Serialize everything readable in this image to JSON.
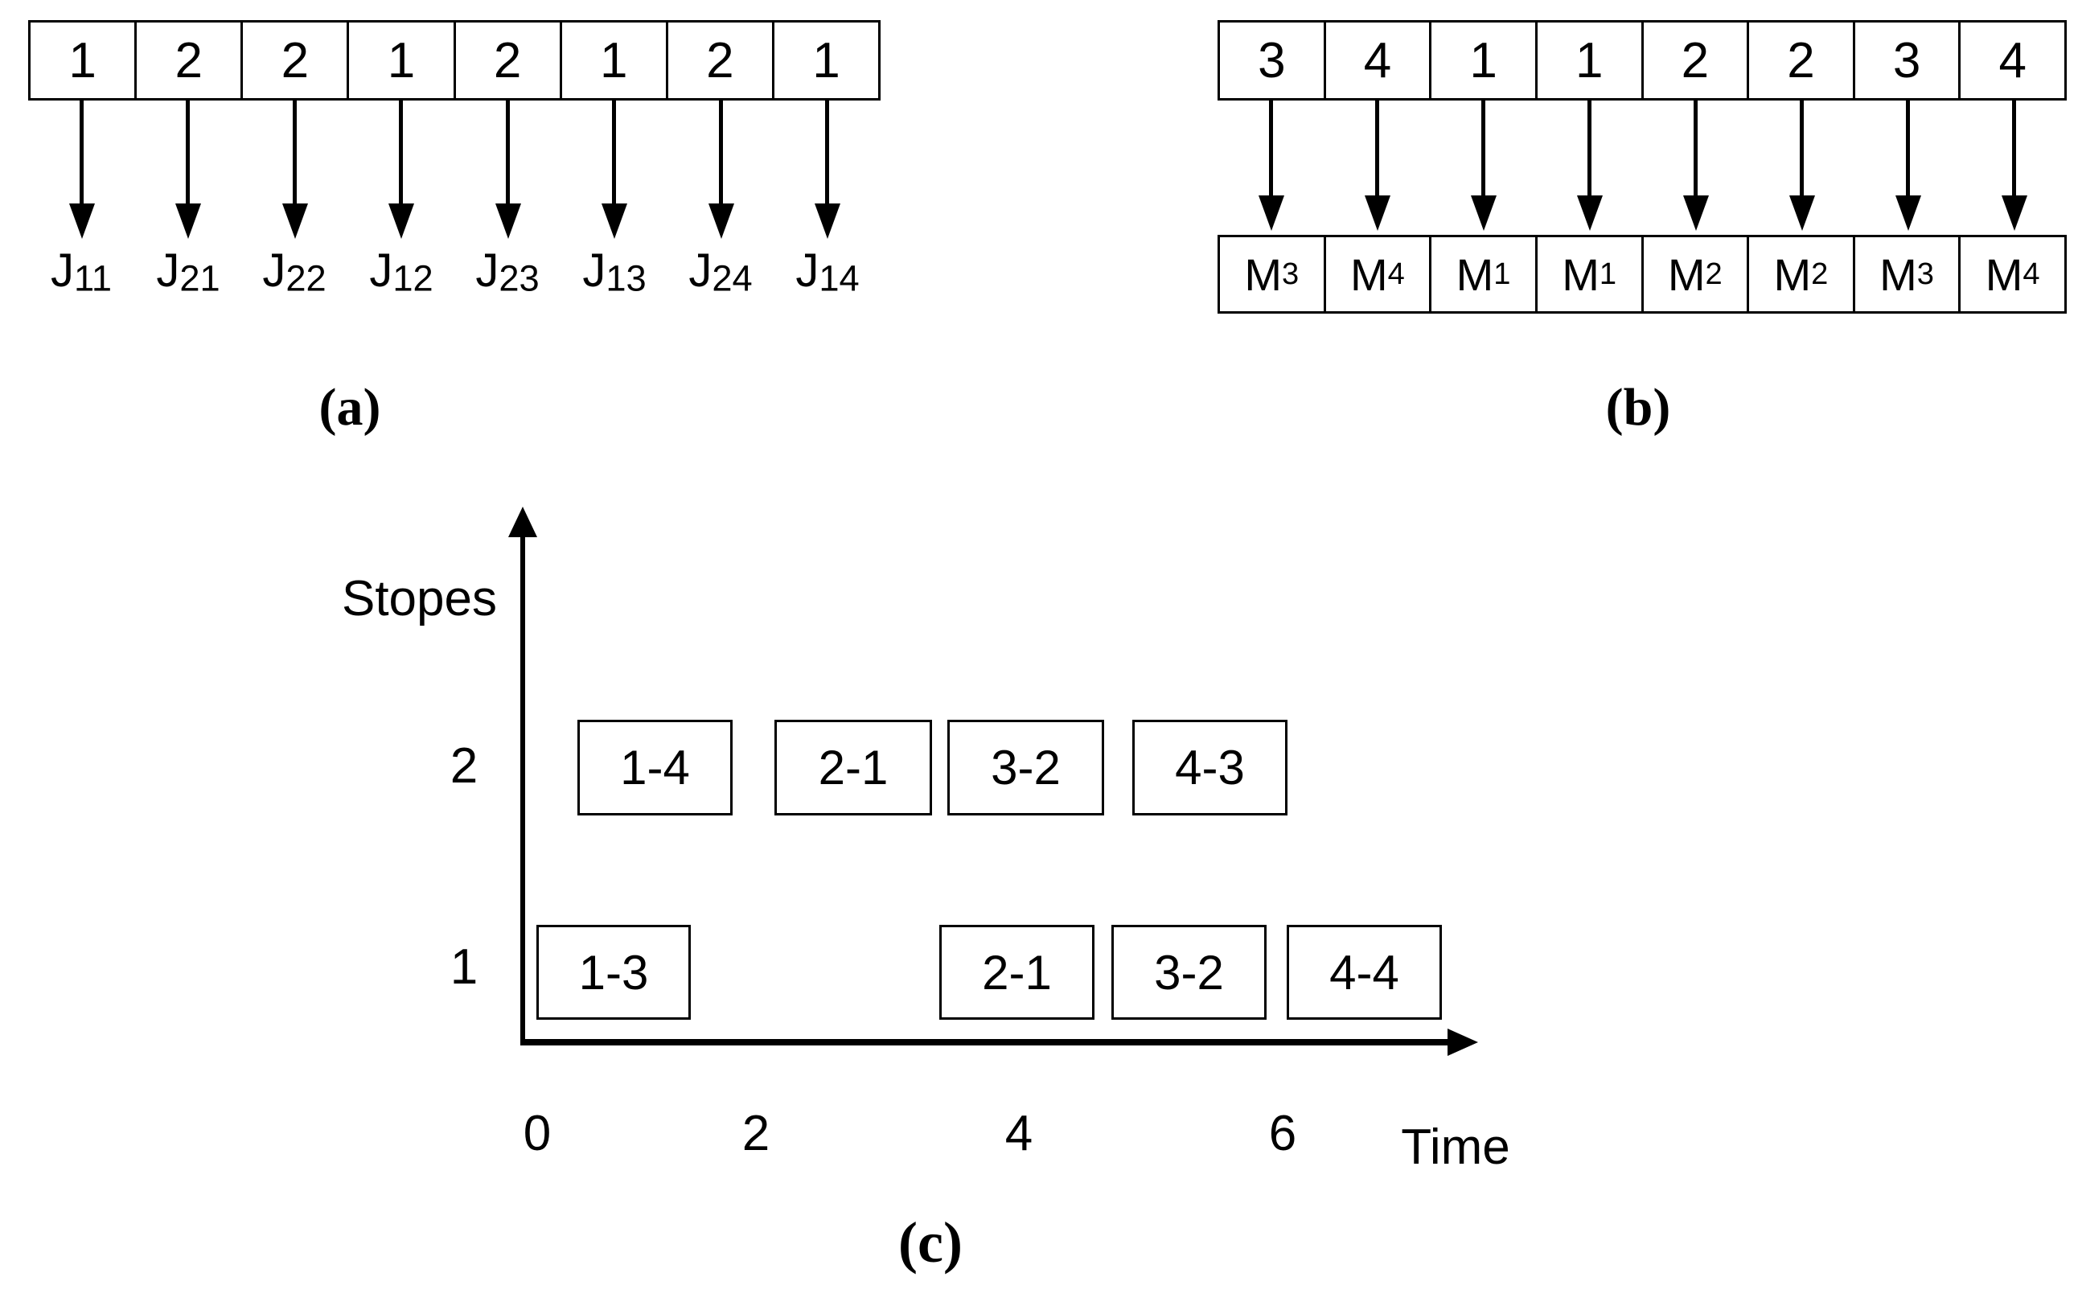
{
  "colors": {
    "background": "#ffffff",
    "ink": "#000000"
  },
  "panel_a": {
    "caption": "(a)",
    "sequence": [
      "1",
      "2",
      "2",
      "1",
      "2",
      "1",
      "2",
      "1"
    ],
    "labels": [
      {
        "base": "J",
        "sub": "11"
      },
      {
        "base": "J",
        "sub": "21"
      },
      {
        "base": "J",
        "sub": "22"
      },
      {
        "base": "J",
        "sub": "12"
      },
      {
        "base": "J",
        "sub": "23"
      },
      {
        "base": "J",
        "sub": "13"
      },
      {
        "base": "J",
        "sub": "24"
      },
      {
        "base": "J",
        "sub": "14"
      }
    ]
  },
  "panel_b": {
    "caption": "(b)",
    "sequence": [
      "3",
      "4",
      "1",
      "1",
      "2",
      "2",
      "3",
      "4"
    ],
    "machines": [
      {
        "base": "M",
        "sub": "3"
      },
      {
        "base": "M",
        "sub": "4"
      },
      {
        "base": "M",
        "sub": "1"
      },
      {
        "base": "M",
        "sub": "1"
      },
      {
        "base": "M",
        "sub": "2"
      },
      {
        "base": "M",
        "sub": "2"
      },
      {
        "base": "M",
        "sub": "3"
      },
      {
        "base": "M",
        "sub": "4"
      }
    ]
  },
  "panel_c": {
    "caption": "(c)",
    "y_axis_label": "Stopes",
    "x_axis_label": "Time",
    "y_ticks": [
      "2",
      "1"
    ],
    "x_ticks": [
      "0",
      "2",
      "4",
      "6"
    ],
    "rows": [
      {
        "stope": "2",
        "blocks": [
          "1-4",
          "2-1",
          "3-2",
          "4-3"
        ]
      },
      {
        "stope": "1",
        "blocks": [
          "1-3",
          "2-1",
          "3-2",
          "4-4"
        ]
      }
    ]
  },
  "chart_data": {
    "type": "bar",
    "variant": "gantt",
    "title": "",
    "xlabel": "Time",
    "ylabel": "Stopes",
    "x_ticks": [
      0,
      2,
      4,
      6
    ],
    "y_categories": [
      "1",
      "2"
    ],
    "rows": [
      {
        "stope": 2,
        "blocks": [
          {
            "label": "1-4",
            "start": 0.4,
            "end": 1.8
          },
          {
            "label": "2-1",
            "start": 2.1,
            "end": 3.3
          },
          {
            "label": "3-2",
            "start": 3.5,
            "end": 4.6
          },
          {
            "label": "4-3",
            "start": 4.9,
            "end": 6.0
          }
        ]
      },
      {
        "stope": 1,
        "blocks": [
          {
            "label": "1-3",
            "start": 0.0,
            "end": 1.4
          },
          {
            "label": "2-1",
            "start": 3.4,
            "end": 4.6
          },
          {
            "label": "3-2",
            "start": 4.7,
            "end": 5.9
          },
          {
            "label": "4-4",
            "start": 6.0,
            "end": 7.2
          }
        ]
      }
    ],
    "note": "block start/end times estimated from axis positions; boxes are schematic"
  }
}
